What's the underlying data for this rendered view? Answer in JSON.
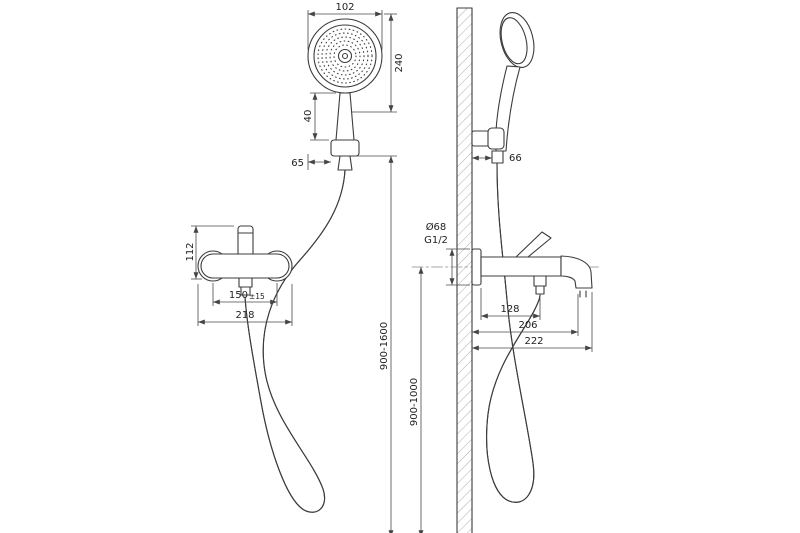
{
  "colors": {
    "line": "#3c3c3c",
    "dimension": "#4a4a4a",
    "hatch": "#999999",
    "background": "#ffffff"
  },
  "dims": {
    "head_width": "102",
    "head_length": "240",
    "handle_length": "40",
    "bracket_offset_front": "65",
    "bracket_offset_side": "66",
    "mixer_height": "112",
    "hole_spacing": "150",
    "hole_spacing_tol": "±15",
    "mixer_width": "218",
    "escutcheon_diameter": "Ø68",
    "thread_size": "G1/2",
    "outlet_reach": "128",
    "spout_reach": "206",
    "overall_reach": "222",
    "mount_height_shower": "900-1600",
    "mount_height_mixer": "900-1000"
  }
}
